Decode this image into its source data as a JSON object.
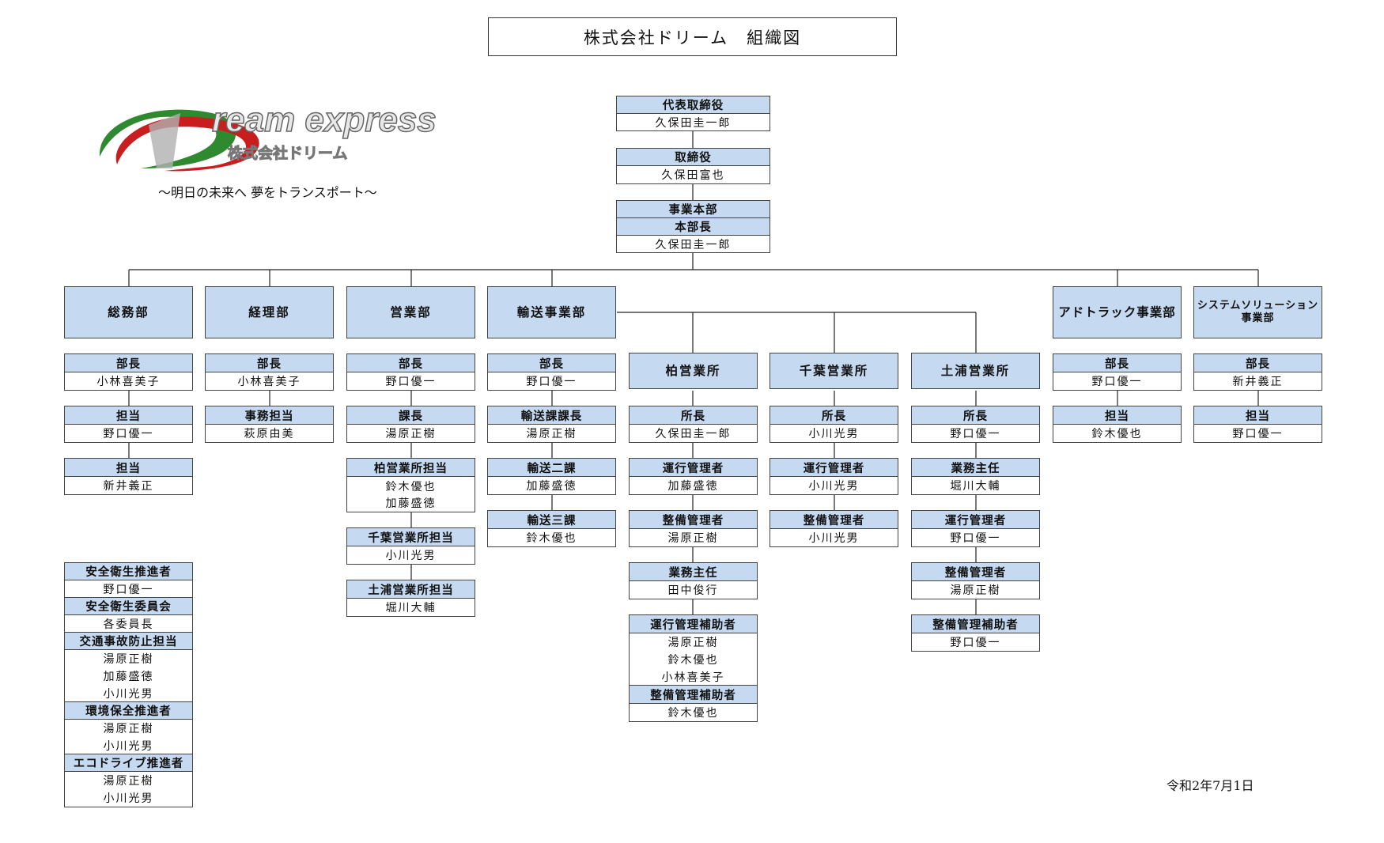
{
  "title": "株式会社ドリーム　組織図",
  "logo": {
    "main": "ream express",
    "sub": "株式会社ドリーム"
  },
  "slogan": "～明日の未来へ 夢をトランスポート～",
  "date": "令和2年7月1日",
  "top": {
    "president_role": "代表取締役",
    "president_name": "久保田圭一郎",
    "director_role": "取締役",
    "director_name": "久保田富也",
    "hq_name": "事業本部",
    "hq_role": "本部長",
    "hq_person": "久保田圭一郎"
  },
  "departments": {
    "somu": "総務部",
    "keiri": "経理部",
    "eigyo": "営業部",
    "yuso": "輸送事業部",
    "adtrack": "アドトラック事業部",
    "system_line1": "システムソリューション",
    "system_line2": "事業部"
  },
  "somu": {
    "r1": "部長",
    "n1": "小林喜美子",
    "r2": "担当",
    "n2": "野口優一",
    "r3": "担当",
    "n3": "新井義正"
  },
  "keiri": {
    "r1": "部長",
    "n1": "小林喜美子",
    "r2": "事務担当",
    "n2": "萩原由美"
  },
  "eigyo": {
    "r1": "部長",
    "n1": "野口優一",
    "r2": "課長",
    "n2": "湯原正樹",
    "r3": "柏営業所担当",
    "n3a": "鈴木優也",
    "n3b": "加藤盛徳",
    "r4": "千葉営業所担当",
    "n4": "小川光男",
    "r5": "土浦営業所担当",
    "n5": "堀川大輔"
  },
  "yuso": {
    "r1": "部長",
    "n1": "野口優一",
    "r2": "輸送課課長",
    "n2": "湯原正樹",
    "r3": "輸送二課",
    "n3": "加藤盛徳",
    "r4": "輸送三課",
    "n4": "鈴木優也"
  },
  "offices": {
    "kashiwa": "柏営業所",
    "chiba": "千葉営業所",
    "tsuchiura": "土浦営業所"
  },
  "kashiwa": {
    "r1": "所長",
    "n1": "久保田圭一郎",
    "r2": "運行管理者",
    "n2": "加藤盛徳",
    "r3": "整備管理者",
    "n3": "湯原正樹",
    "r4": "業務主任",
    "n4": "田中俊行",
    "r5": "運行管理補助者",
    "n5a": "湯原正樹",
    "n5b": "鈴木優也",
    "n5c": "小林喜美子",
    "r6": "整備管理補助者",
    "n6": "鈴木優也"
  },
  "chiba": {
    "r1": "所長",
    "n1": "小川光男",
    "r2": "運行管理者",
    "n2": "小川光男",
    "r3": "整備管理者",
    "n3": "小川光男"
  },
  "tsuchiura": {
    "r1": "所長",
    "n1": "野口優一",
    "r2": "業務主任",
    "n2": "堀川大輔",
    "r3": "運行管理者",
    "n3": "野口優一",
    "r4": "整備管理者",
    "n4": "湯原正樹",
    "r5": "整備管理補助者",
    "n5": "野口優一"
  },
  "adtrack": {
    "r1": "部長",
    "n1": "野口優一",
    "r2": "担当",
    "n2": "鈴木優也"
  },
  "system": {
    "r1": "部長",
    "n1": "新井義正",
    "r2": "担当",
    "n2": "野口優一"
  },
  "committee": {
    "h1": "安全衛生推進者",
    "n1": "野口優一",
    "h2": "安全衛生委員会",
    "n2": "各委員長",
    "h3": "交通事故防止担当",
    "n3a": "湯原正樹",
    "n3b": "加藤盛徳",
    "n3c": "小川光男",
    "h4": "環境保全推進者",
    "n4a": "湯原正樹",
    "n4b": "小川光男",
    "h5": "エコドライブ推進者",
    "n5a": "湯原正樹",
    "n5b": "小川光男"
  }
}
